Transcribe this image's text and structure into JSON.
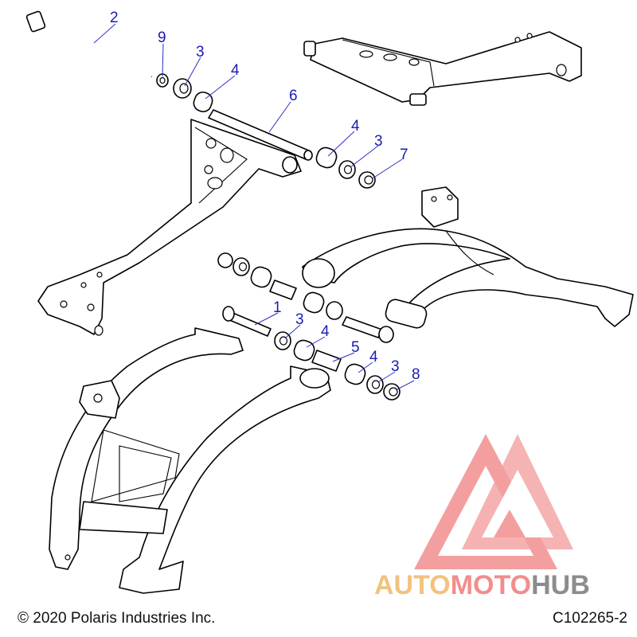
{
  "callouts": [
    {
      "id": "c2",
      "label": "2"
    },
    {
      "id": "c9",
      "label": "9"
    },
    {
      "id": "c3a",
      "label": "3"
    },
    {
      "id": "c4a",
      "label": "4"
    },
    {
      "id": "c6",
      "label": "6"
    },
    {
      "id": "c4b",
      "label": "4"
    },
    {
      "id": "c3b",
      "label": "3"
    },
    {
      "id": "c7",
      "label": "7"
    },
    {
      "id": "c1",
      "label": "1"
    },
    {
      "id": "c3c",
      "label": "3"
    },
    {
      "id": "c4c",
      "label": "4"
    },
    {
      "id": "c5",
      "label": "5"
    },
    {
      "id": "c4d",
      "label": "4"
    },
    {
      "id": "c3d",
      "label": "3"
    },
    {
      "id": "c8",
      "label": "8"
    }
  ],
  "footer": {
    "copyright": "© 2020 Polaris Industries Inc.",
    "figure_id": "C102265-2"
  },
  "watermark": {
    "part1": "AUTO",
    "part2": "MOTO",
    "part3": "HUB",
    "colors": {
      "auto": "#f2c27e",
      "moto": "#f28d8d",
      "hub": "#8c8c8c",
      "logo": "#f08080"
    }
  },
  "colors": {
    "callout": "#1a1ab4",
    "line": "#000000"
  }
}
